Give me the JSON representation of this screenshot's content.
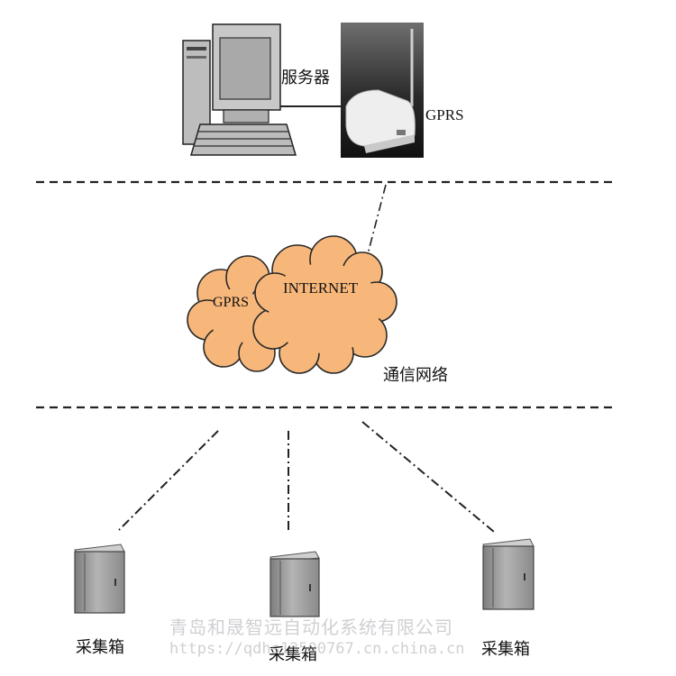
{
  "diagram": {
    "server_label": "服务器",
    "gprs_modem_label": "GPRS",
    "cloud_gprs_label": "GPRS",
    "cloud_internet_label": "INTERNET",
    "network_label": "通信网络",
    "boxes": [
      {
        "label": "采集箱"
      },
      {
        "label": "采集箱"
      },
      {
        "label": "采集箱"
      }
    ]
  },
  "watermark": {
    "company": "青岛和晟智远自动化系统有限公司",
    "url": "https://qdhs13500767.cn.china.cn"
  },
  "colors": {
    "cloud_fill": "#f7b77a",
    "cloud_stroke": "#2a2a2a",
    "line": "#222222",
    "cabinet": "#9a9a9a"
  }
}
